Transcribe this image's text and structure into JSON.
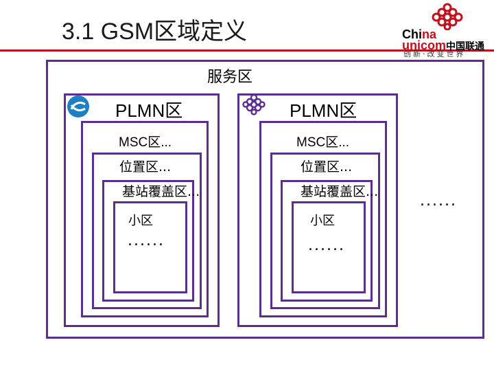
{
  "title": "3.1 GSM区域定义",
  "logo": {
    "brand_line1_a": "Chi",
    "brand_line1_b": "na",
    "brand_line2": "unicom",
    "brand_line2_zh": "中国联通",
    "slogan": "创新·改变世界",
    "icon": "china-unicom-knot-logo"
  },
  "colors": {
    "border": "#5b2d8f",
    "accent": "#c1101a"
  },
  "diagram": {
    "service_area": "服务区",
    "left": {
      "plmn": "PLMN区",
      "msc": "MSC区...",
      "location": "位置区...",
      "bs": "基站覆盖区...",
      "cell": "小区",
      "dots": "......",
      "icon": "china-mobile-logo"
    },
    "right": {
      "plmn": "PLMN区",
      "msc": "MSC区...",
      "location": "位置区...",
      "bs": "基站覆盖区...",
      "cell": "小区",
      "dots": "......",
      "icon": "china-unicom-knot-logo"
    },
    "outer_dots": "......"
  }
}
